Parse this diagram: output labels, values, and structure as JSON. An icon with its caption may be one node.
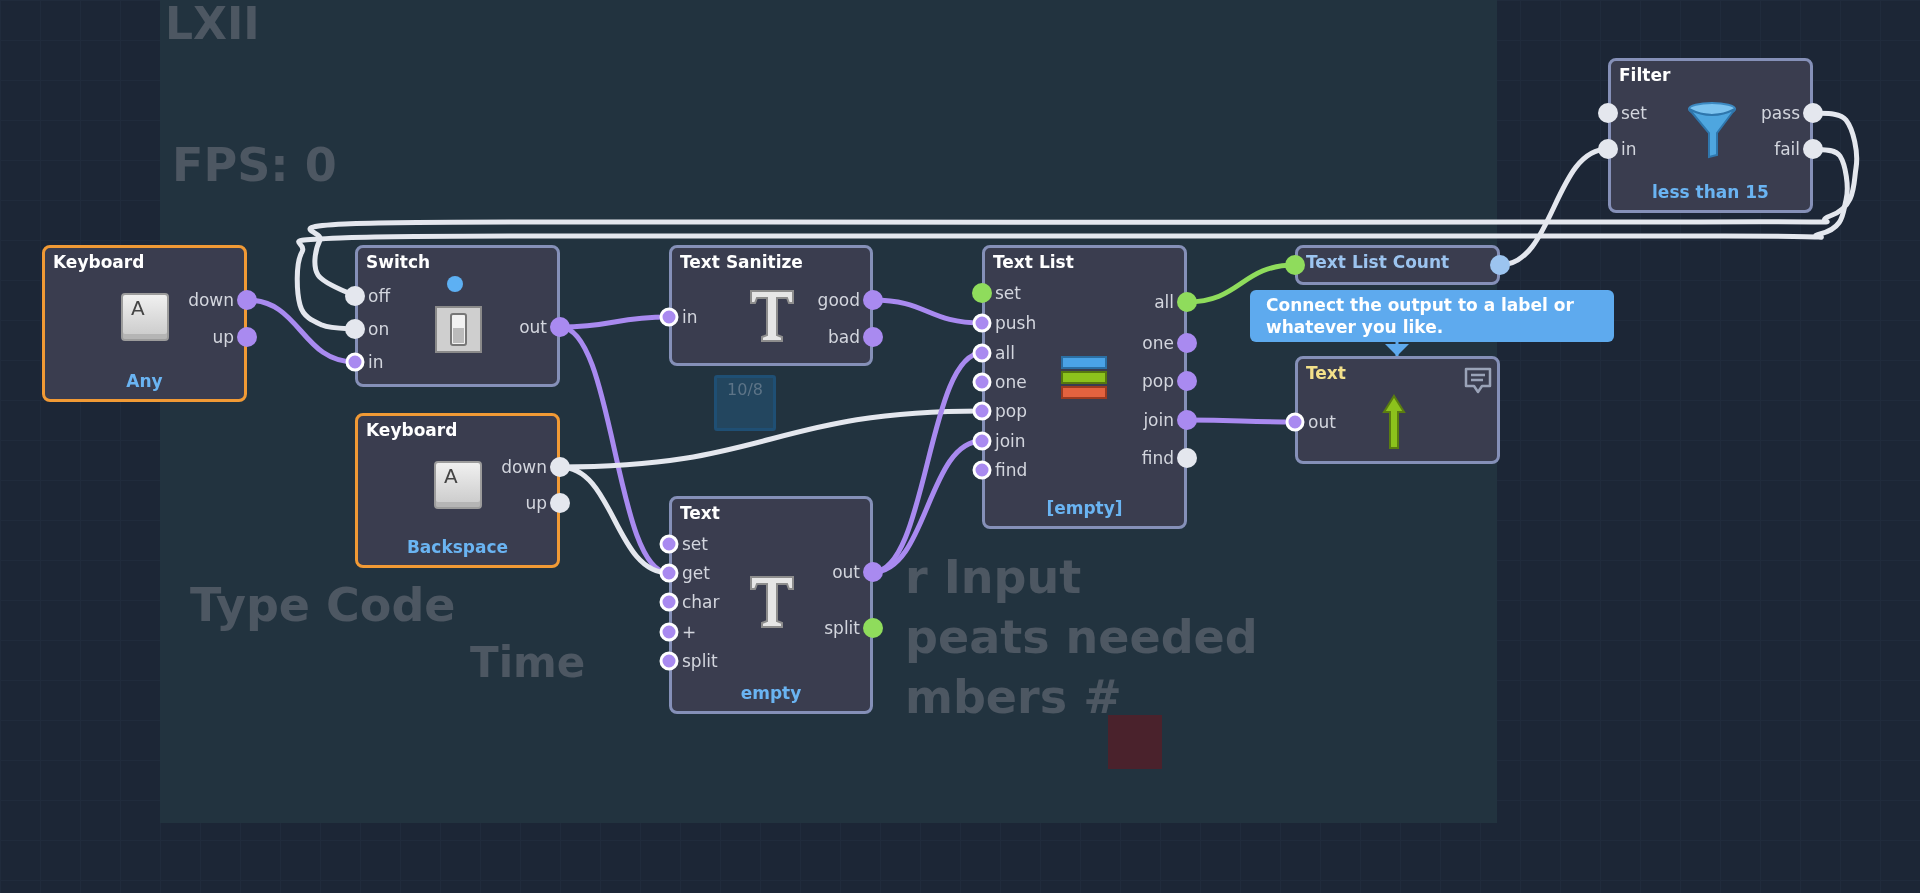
{
  "diagram": {
    "nodes": [
      {
        "text": [
          "Keyboard",
          "A",
          "down",
          "up",
          "Any"
        ]
      },
      {
        "text": [
          "Switch",
          "off",
          "on",
          "in",
          "out"
        ]
      },
      {
        "text": [
          "Keyboard",
          "A",
          "down",
          "up",
          "Backspace"
        ]
      },
      {
        "text": [
          "Text Sanitize",
          "in",
          "good",
          "bad"
        ]
      },
      {
        "text": [
          "Text",
          "set",
          "get",
          "char",
          "+",
          "split",
          "out",
          "split",
          "empty"
        ]
      },
      {
        "text": [
          "Text List",
          "set",
          "push",
          "all",
          "one",
          "pop",
          "join",
          "find",
          "all",
          "one",
          "pop",
          "join",
          "find",
          "[empty]"
        ]
      },
      {
        "text": [
          "Text List Count"
        ]
      },
      {
        "text": [
          "Text",
          "out"
        ]
      },
      {
        "text": [
          "Filter",
          "set",
          "in",
          "pass",
          "fail",
          "less than 15"
        ]
      },
      {
        "text": [
          "Connect the output to a label or whatever you like."
        ]
      }
    ],
    "edges": [
      {
        "from": 0,
        "to": 1,
        "arrow": "other"
      },
      {
        "from": 1,
        "to": 3,
        "arrow": "other"
      },
      {
        "from": 1,
        "to": 4,
        "arrow": "other"
      },
      {
        "from": 2,
        "to": 4,
        "arrow": "other",
        "color": "#e4e7ee"
      },
      {
        "from": 2,
        "to": 5,
        "arrow": "other",
        "color": "#e4e7ee"
      },
      {
        "from": 3,
        "to": 5,
        "arrow": "other"
      },
      {
        "from": 4,
        "to": 5,
        "arrow": "other"
      },
      {
        "from": 4,
        "to": 5,
        "arrow": "other"
      },
      {
        "from": 5,
        "to": 7,
        "arrow": "other"
      },
      {
        "from": 5,
        "to": 6,
        "arrow": "other",
        "color": "#8fdc5c"
      },
      {
        "from": 6,
        "to": 8,
        "arrow": "other",
        "color": "#e4e7ee"
      },
      {
        "from": 8,
        "to": 1,
        "arrow": "other",
        "color": "#e4e7ee"
      },
      {
        "from": 8,
        "to": 1,
        "arrow": "other",
        "color": "#e4e7ee"
      },
      {
        "from": 9,
        "to": 7,
        "arrow": "to",
        "color": "#5eaaee"
      }
    ],
    "labels": [
      "LXII",
      "FPS: 0",
      "Type Code",
      "10/8",
      "Time",
      "r Input",
      "peats needed",
      "mbers #"
    ]
  }
}
